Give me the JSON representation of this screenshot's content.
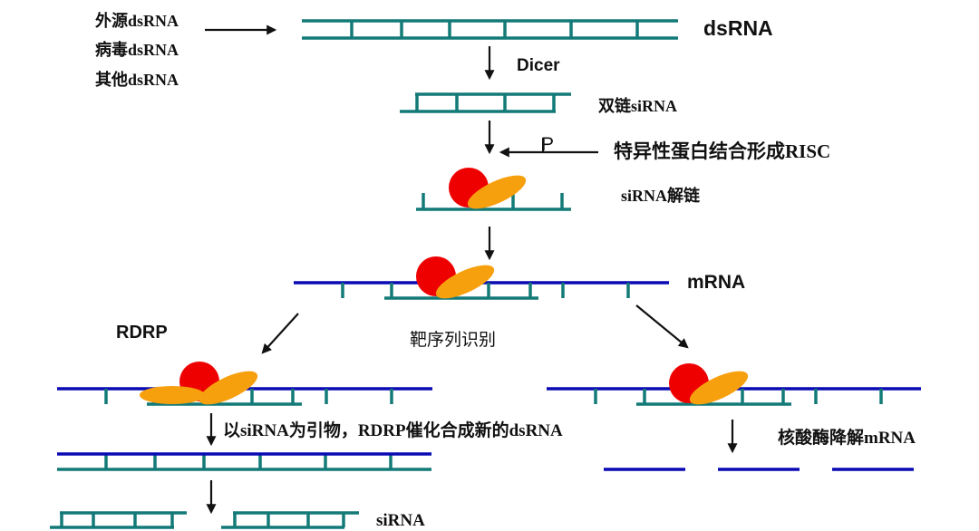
{
  "title": "RNA interference (RNAi) mechanism",
  "colors": {
    "sirna_strand": "#137a78",
    "mrna_strand": "#0a0ab4",
    "protein_red": "#ee0000",
    "protein_orange": "#f7a00e",
    "arrow": "#111111"
  },
  "sources": {
    "items": [
      "外源dsRNA",
      "病毒dsRNA",
      "其他dsRNA"
    ]
  },
  "labels": {
    "dsrna": "dsRNA",
    "dicer": "Dicer",
    "double_sirna": "双链siRNA",
    "p": "P",
    "risc": "特异性蛋白结合形成RISC",
    "unwind": "siRNA解链",
    "mrna": "mRNA",
    "target_recognition": "靶序列识别",
    "rdrp": "RDRP",
    "rdrp_synthesis": "以siRNA为引物，RDRP催化合成新的dsRNA",
    "nuclease": "核酸酶降解mRNA",
    "sirna": "siRNA"
  },
  "pathway": {
    "steps": [
      "dsRNA",
      "Dicer cleavage",
      "双链siRNA",
      "RISC formation",
      "siRNA unwinding",
      "mRNA target recognition",
      "RDRP amplification / nuclease degradation"
    ]
  }
}
